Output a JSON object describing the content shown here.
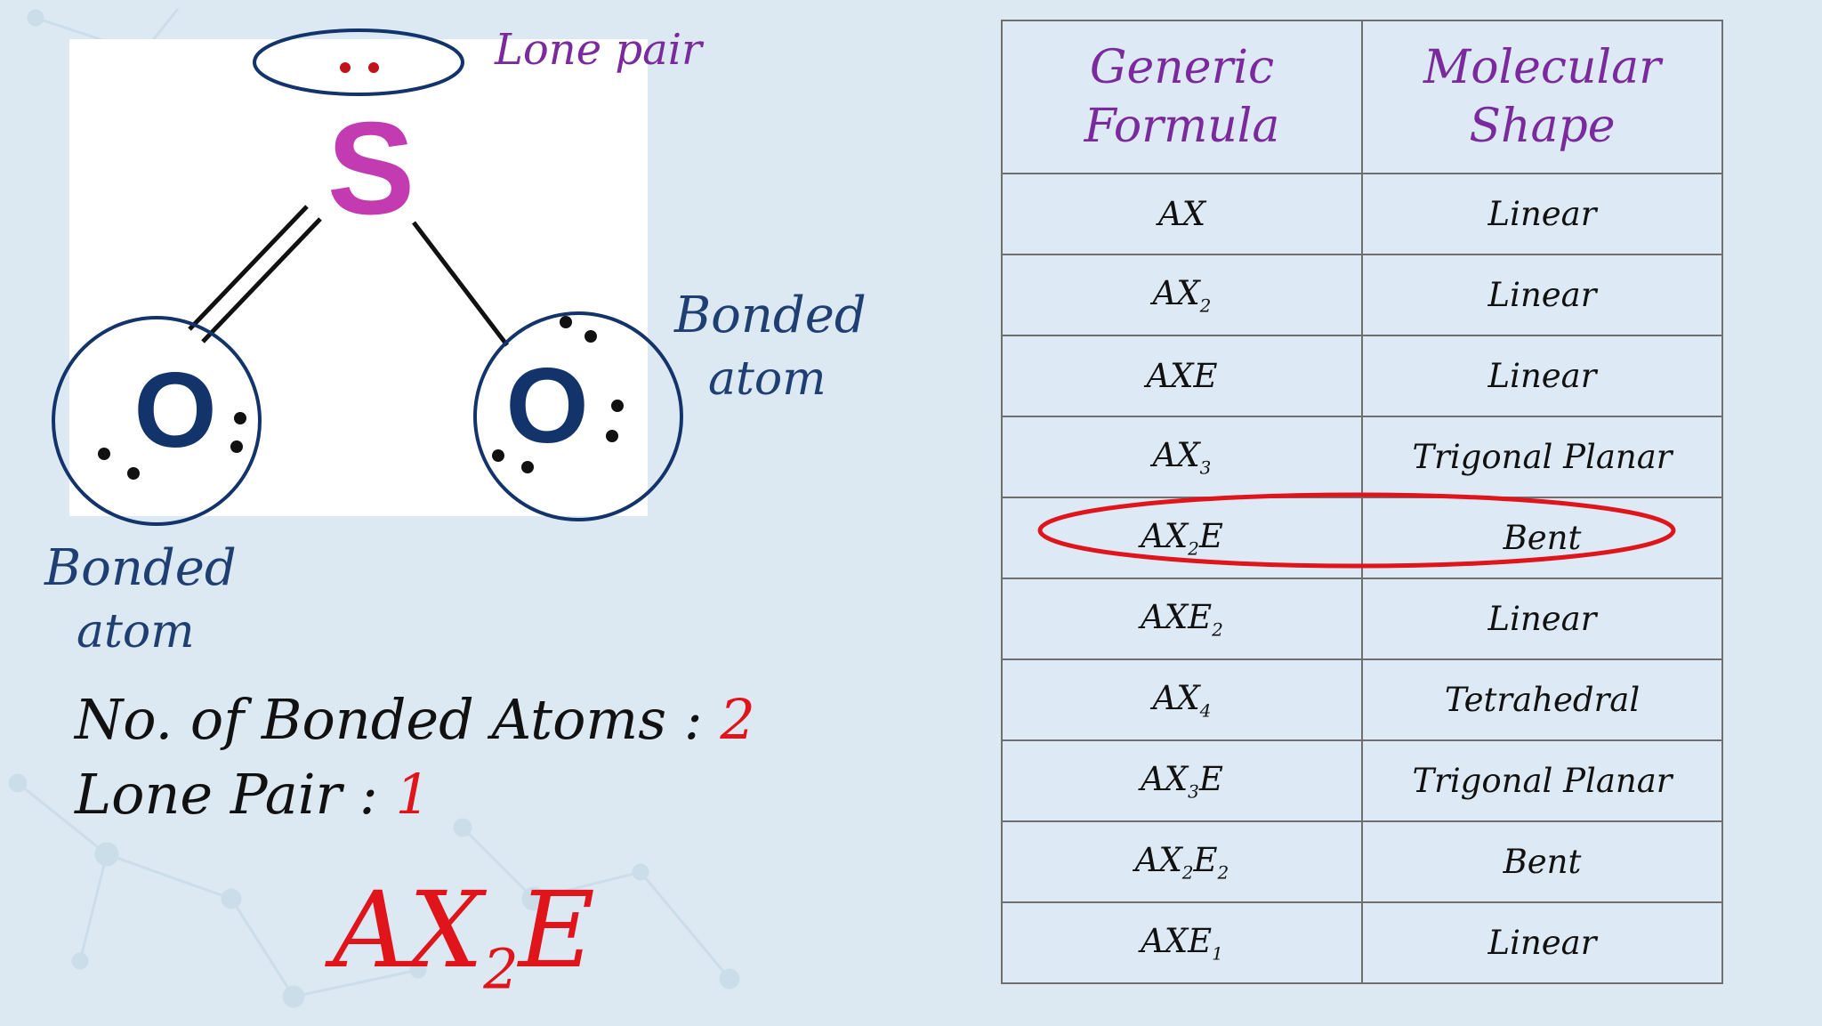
{
  "diagram": {
    "central_atom": "S",
    "bonded_atom_symbol": "O",
    "lone_pair_label": "Lone pair",
    "bonded_atom_label_right": [
      "Bonded",
      "atom"
    ],
    "bonded_atom_label_left": [
      "Bonded",
      "atom"
    ],
    "colors": {
      "sulfur": "#c23bb0",
      "oxygen": "#13336b",
      "lone_pair_dots": "#c0141b",
      "bond": "#111111"
    }
  },
  "summary": {
    "bonded_atoms_label": "No. of Bonded Atoms :",
    "bonded_atoms_value": "2",
    "lone_pair_label": "Lone Pair :",
    "lone_pair_value": "1",
    "formula": {
      "base": "AX",
      "sub": "2",
      "tail": "E"
    },
    "value_color": "#e0141b"
  },
  "table": {
    "headers": [
      [
        "Generic",
        "Formula"
      ],
      [
        "Molecular",
        "Shape"
      ]
    ],
    "rows": [
      {
        "formula": [
          "AX"
        ],
        "shape": "Linear"
      },
      {
        "formula": [
          "AX",
          "2"
        ],
        "shape": "Linear"
      },
      {
        "formula": [
          "AXE"
        ],
        "shape": "Linear"
      },
      {
        "formula": [
          "AX",
          "3"
        ],
        "shape": "Trigonal Planar"
      },
      {
        "formula": [
          "AX",
          "2",
          "E"
        ],
        "shape": "Bent",
        "highlighted": true
      },
      {
        "formula": [
          "AXE",
          "2"
        ],
        "shape": "Linear"
      },
      {
        "formula": [
          "AX",
          "4"
        ],
        "shape": "Tetrahedral"
      },
      {
        "formula": [
          "AX",
          "3",
          "E"
        ],
        "shape": "Trigonal Planar"
      },
      {
        "formula": [
          "AX",
          "2",
          "E",
          "2"
        ],
        "shape": "Bent"
      },
      {
        "formula": [
          "AXE",
          "1"
        ],
        "shape": "Linear"
      }
    ],
    "highlight_color": "#e0141b"
  }
}
